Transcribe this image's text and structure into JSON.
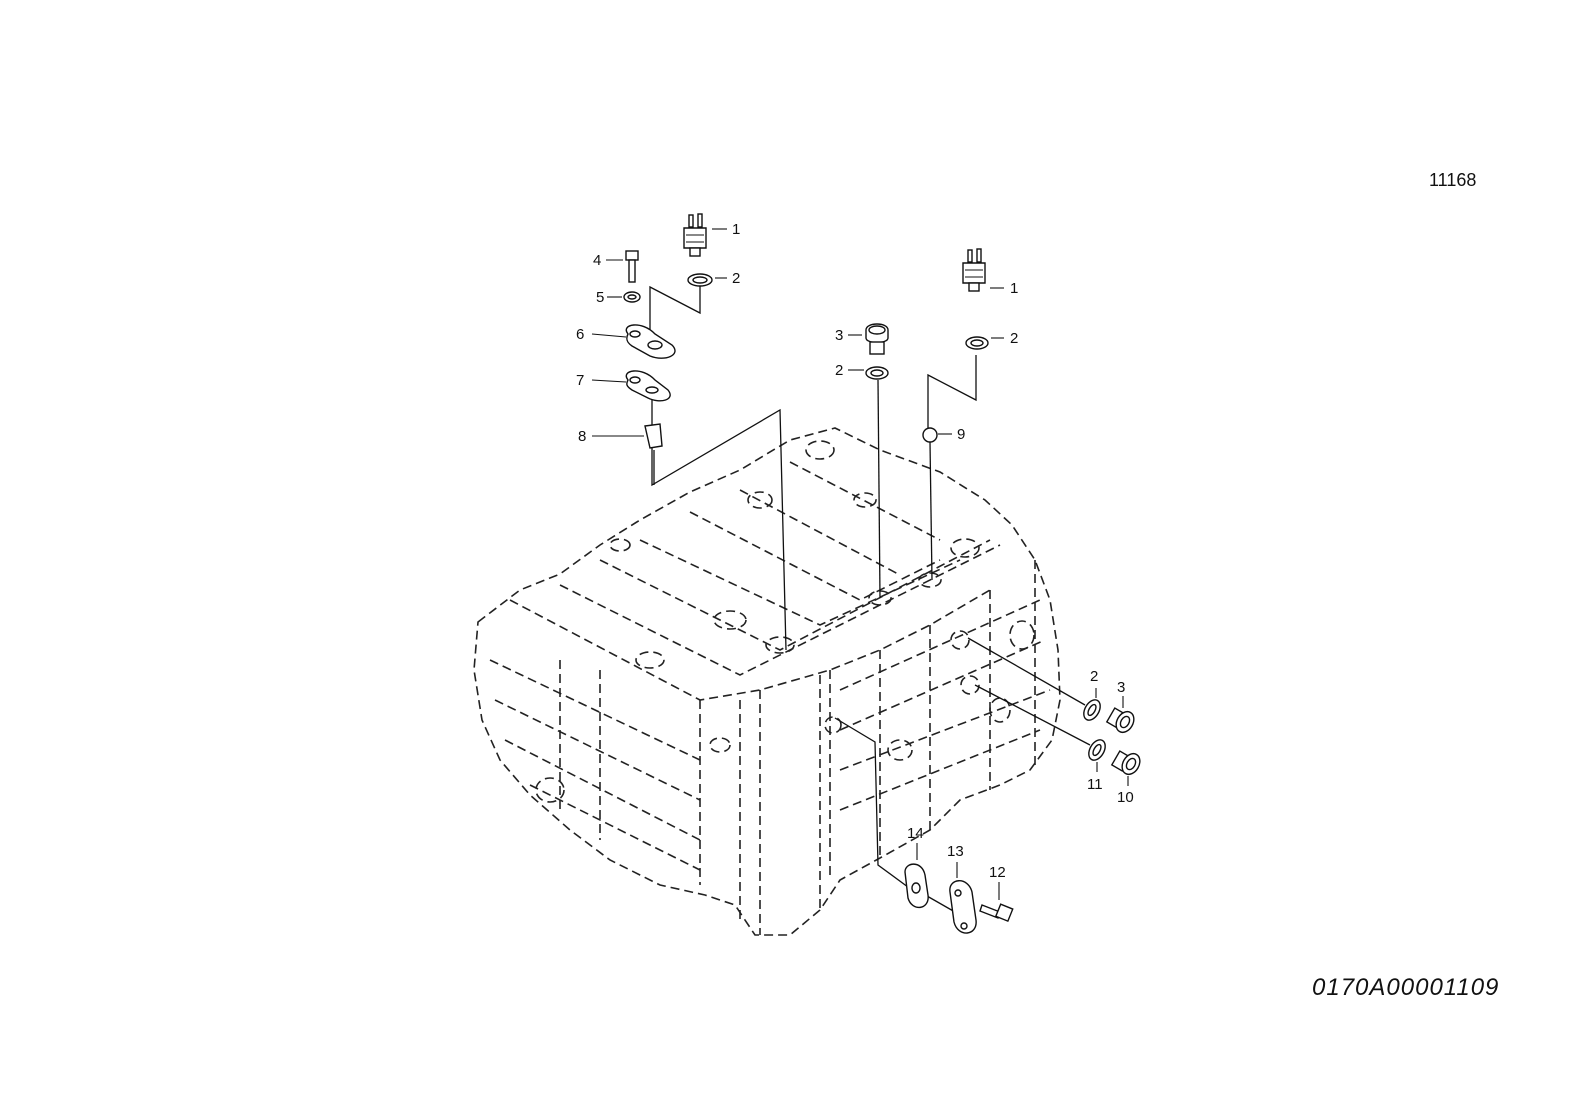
{
  "header": {
    "drawing_number": "11168"
  },
  "footer": {
    "plate_code": "0170A00001109"
  },
  "callouts": [
    {
      "id": "c1a",
      "text": "1"
    },
    {
      "id": "c2a",
      "text": "2"
    },
    {
      "id": "c4",
      "text": "4"
    },
    {
      "id": "c5",
      "text": "5"
    },
    {
      "id": "c6",
      "text": "6"
    },
    {
      "id": "c7",
      "text": "7"
    },
    {
      "id": "c8",
      "text": "8"
    },
    {
      "id": "c3a",
      "text": "3"
    },
    {
      "id": "c2b",
      "text": "2"
    },
    {
      "id": "c1b",
      "text": "1"
    },
    {
      "id": "c2c",
      "text": "2"
    },
    {
      "id": "c9",
      "text": "9"
    },
    {
      "id": "c2d",
      "text": "2"
    },
    {
      "id": "c3b",
      "text": "3"
    },
    {
      "id": "c11",
      "text": "11"
    },
    {
      "id": "c10",
      "text": "10"
    },
    {
      "id": "c14",
      "text": "14"
    },
    {
      "id": "c13",
      "text": "13"
    },
    {
      "id": "c12",
      "text": "12"
    }
  ]
}
